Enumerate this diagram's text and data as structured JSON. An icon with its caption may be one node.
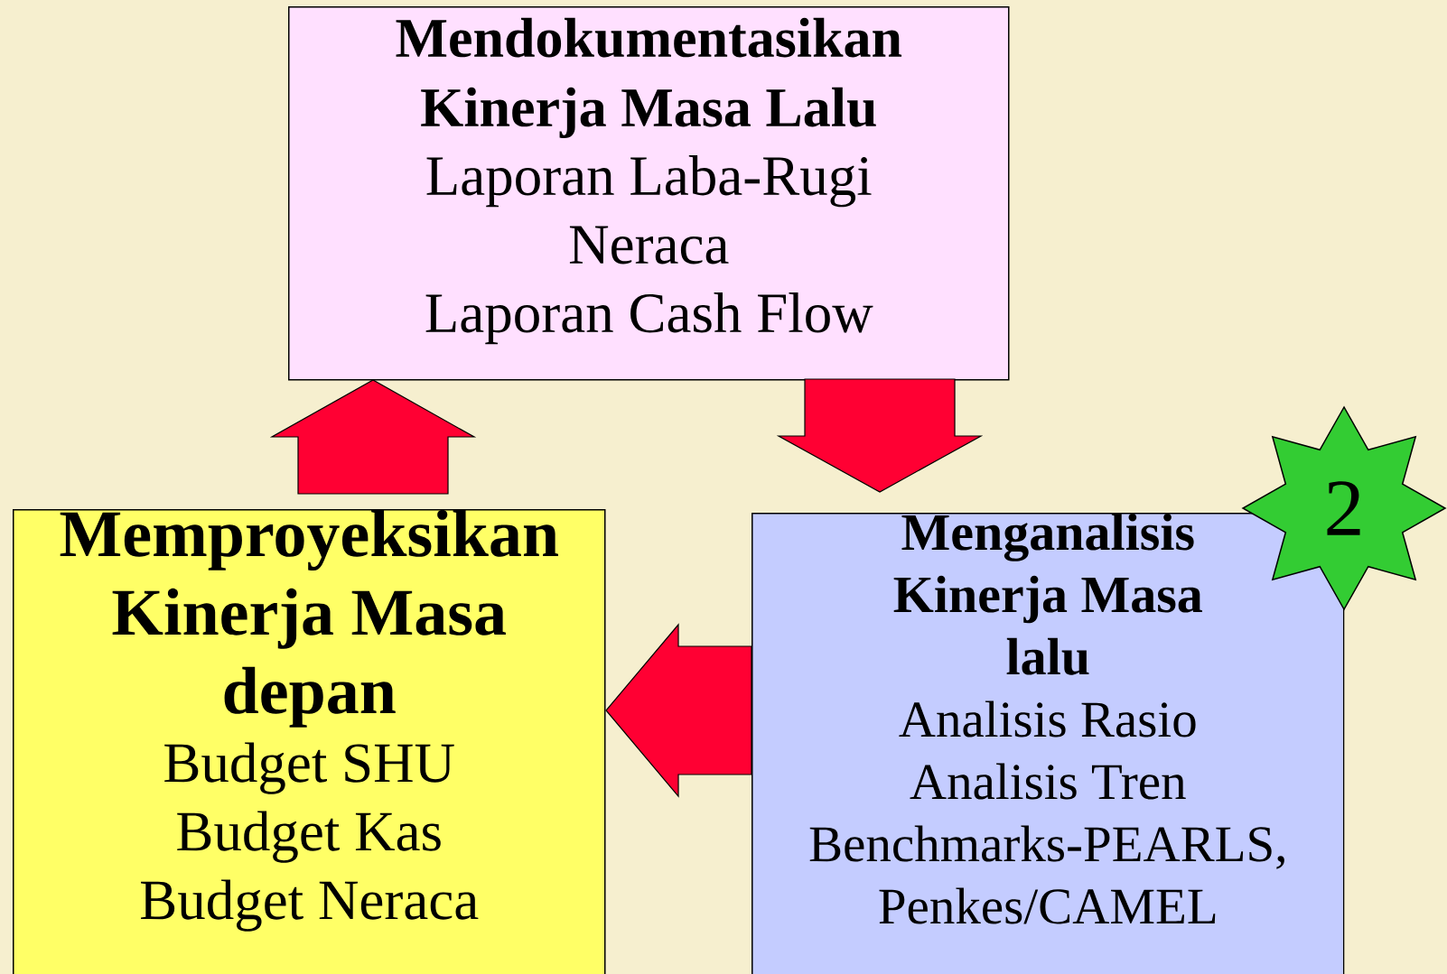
{
  "diagram": {
    "nodes": [
      {
        "text": [
          "Mendokumentasikan Kinerja Masa Lalu",
          "Laporan Laba-Rugi",
          "Neraca",
          "Laporan Cash Flow"
        ]
      },
      {
        "text": [
          "Menganalisis Kinerja Masa lalu",
          "Analisis Rasio",
          "Analisis Tren",
          "Benchmarks-PEARLS, Penkes/CAMEL"
        ]
      },
      {
        "text": [
          "Memproyeksikan Kinerja Masa depan",
          "Budget SHU",
          "Budget Kas",
          "Budget Neraca"
        ]
      },
      {
        "text": [
          "2"
        ]
      }
    ],
    "edges": [
      {
        "from": 0,
        "to": 1,
        "arrow": "to"
      },
      {
        "from": 1,
        "to": 2,
        "arrow": "to"
      },
      {
        "from": 2,
        "to": 0,
        "arrow": "to"
      }
    ]
  }
}
